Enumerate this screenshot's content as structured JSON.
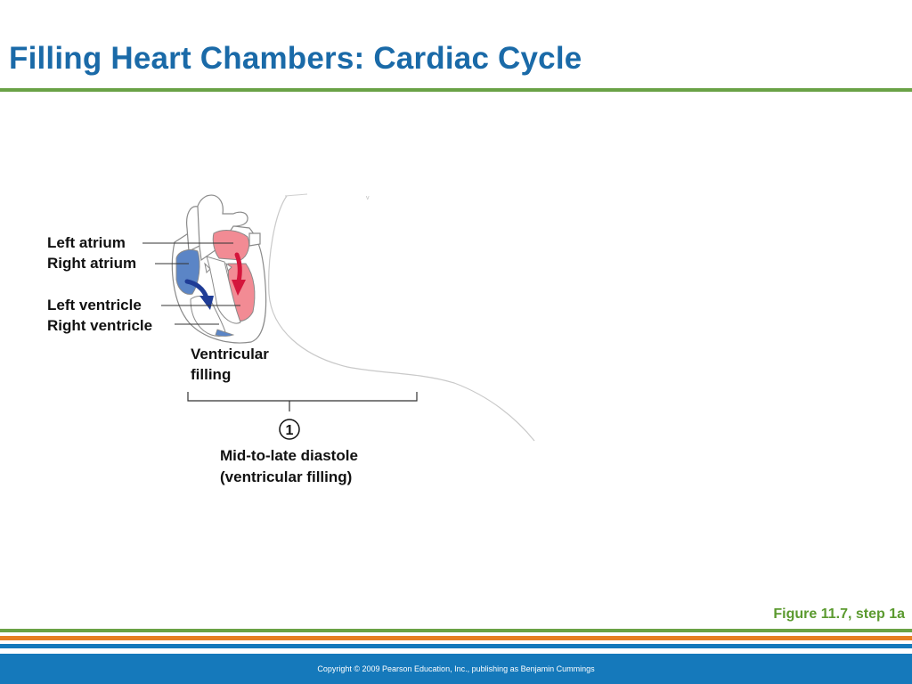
{
  "slide": {
    "title": "Filling Heart Chambers: Cardiac Cycle",
    "figure_ref": "Figure 11.7, step 1a",
    "copyright": "Copyright © 2009 Pearson Education, Inc., publishing as Benjamin Cummings"
  },
  "diagram": {
    "labels": {
      "left_atrium": "Left atrium",
      "right_atrium": "Right atrium",
      "left_ventricle": "Left ventricle",
      "right_ventricle": "Right ventricle"
    },
    "phase_label_line1": "Ventricular",
    "phase_label_line2": "filling",
    "step_number": "1",
    "step_title_line1": "Mid-to-late diastole",
    "step_title_line2": "(ventricular filling)",
    "colors": {
      "oxygenated": "#f28b94",
      "deoxygenated": "#5b85c6",
      "red_arrow": "#d4163c",
      "blue_arrow": "#1f3c96"
    }
  },
  "theme": {
    "title_color": "#1a6aa8",
    "green": "#6aa246",
    "orange": "#e67e22",
    "blue": "#1579bb"
  }
}
